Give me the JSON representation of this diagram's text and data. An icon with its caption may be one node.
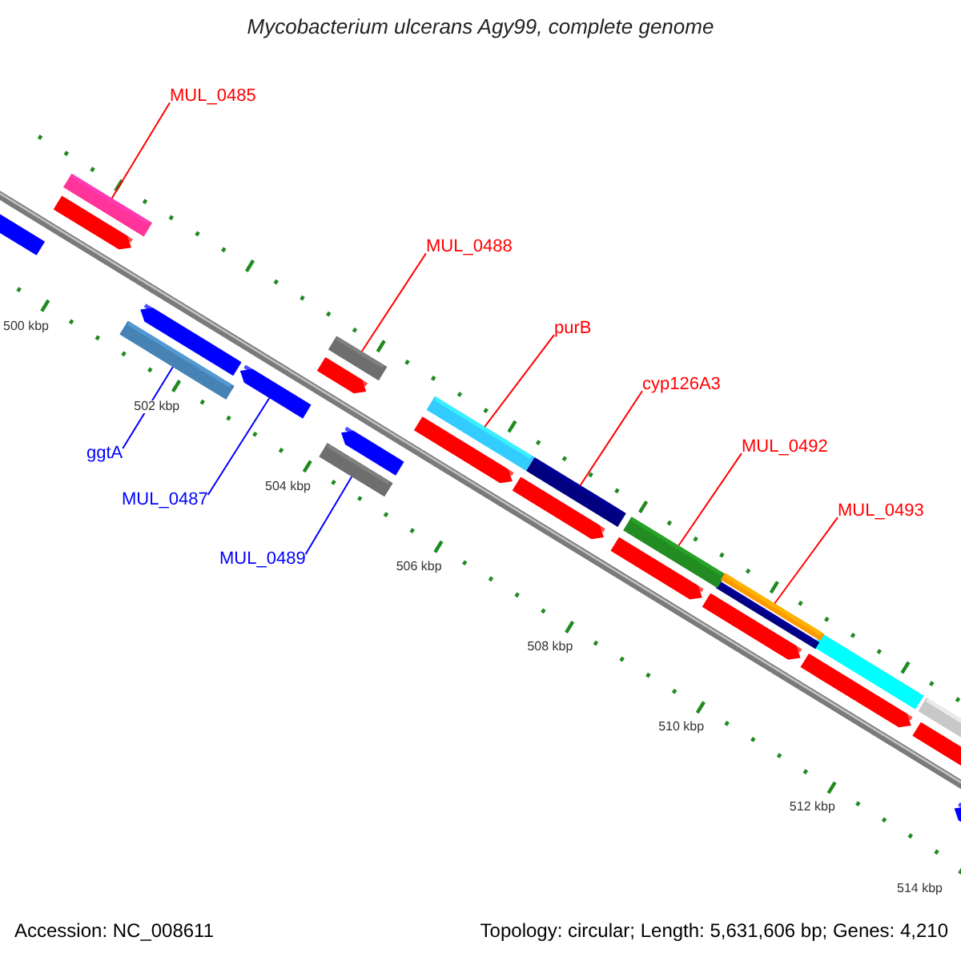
{
  "diagram": {
    "title": "Mycobacterium ulcerans Agy99, complete genome",
    "nodes": [
      {
        "text": [
          "MUL_0485"
        ]
      },
      {
        "text": [
          "MUL_0488"
        ]
      },
      {
        "text": [
          "purB"
        ]
      },
      {
        "text": [
          "cyp126A3"
        ]
      },
      {
        "text": [
          "MUL_0492"
        ]
      },
      {
        "text": [
          "MUL_0493"
        ]
      },
      {
        "text": [
          "ggtA"
        ]
      },
      {
        "text": [
          "MUL_0487"
        ]
      },
      {
        "text": [
          "MUL_0489"
        ]
      },
      {
        "text": [],
        "shape": "bar"
      },
      {
        "text": [],
        "shape": "bar"
      },
      {
        "text": [],
        "shape": "bar"
      },
      {
        "text": [],
        "shape": "bar"
      },
      {
        "text": [],
        "shape": "bar"
      },
      {
        "text": [],
        "shape": "bar"
      },
      {
        "text": [],
        "shape": "bar"
      },
      {
        "text": [],
        "shape": "bar"
      },
      {
        "text": [],
        "shape": "bar"
      }
    ],
    "edges": [
      {
        "from": 0,
        "to": 9,
        "arrow": "none"
      },
      {
        "from": 1,
        "to": 10,
        "arrow": "none"
      },
      {
        "from": 2,
        "to": 11,
        "arrow": "none"
      },
      {
        "from": 3,
        "to": 12,
        "arrow": "none"
      },
      {
        "from": 4,
        "to": 13,
        "arrow": "none"
      },
      {
        "from": 5,
        "to": 14,
        "arrow": "none"
      },
      {
        "from": 6,
        "to": 15,
        "arrow": "none",
        "color": "#0000ff"
      },
      {
        "from": 7,
        "to": 16,
        "arrow": "none",
        "color": "#0000ff"
      },
      {
        "from": 8,
        "to": 17,
        "arrow": "none",
        "color": "#0000ff"
      }
    ],
    "labels": [
      "500 kbp",
      "502 kbp",
      "504 kbp",
      "506 kbp",
      "508 kbp",
      "510 kbp",
      "512 kbp",
      "514 kbp",
      "Accession: NC_008611",
      "Topology: circular; Length: 5,631,606 bp; Genes: 4,210"
    ]
  }
}
